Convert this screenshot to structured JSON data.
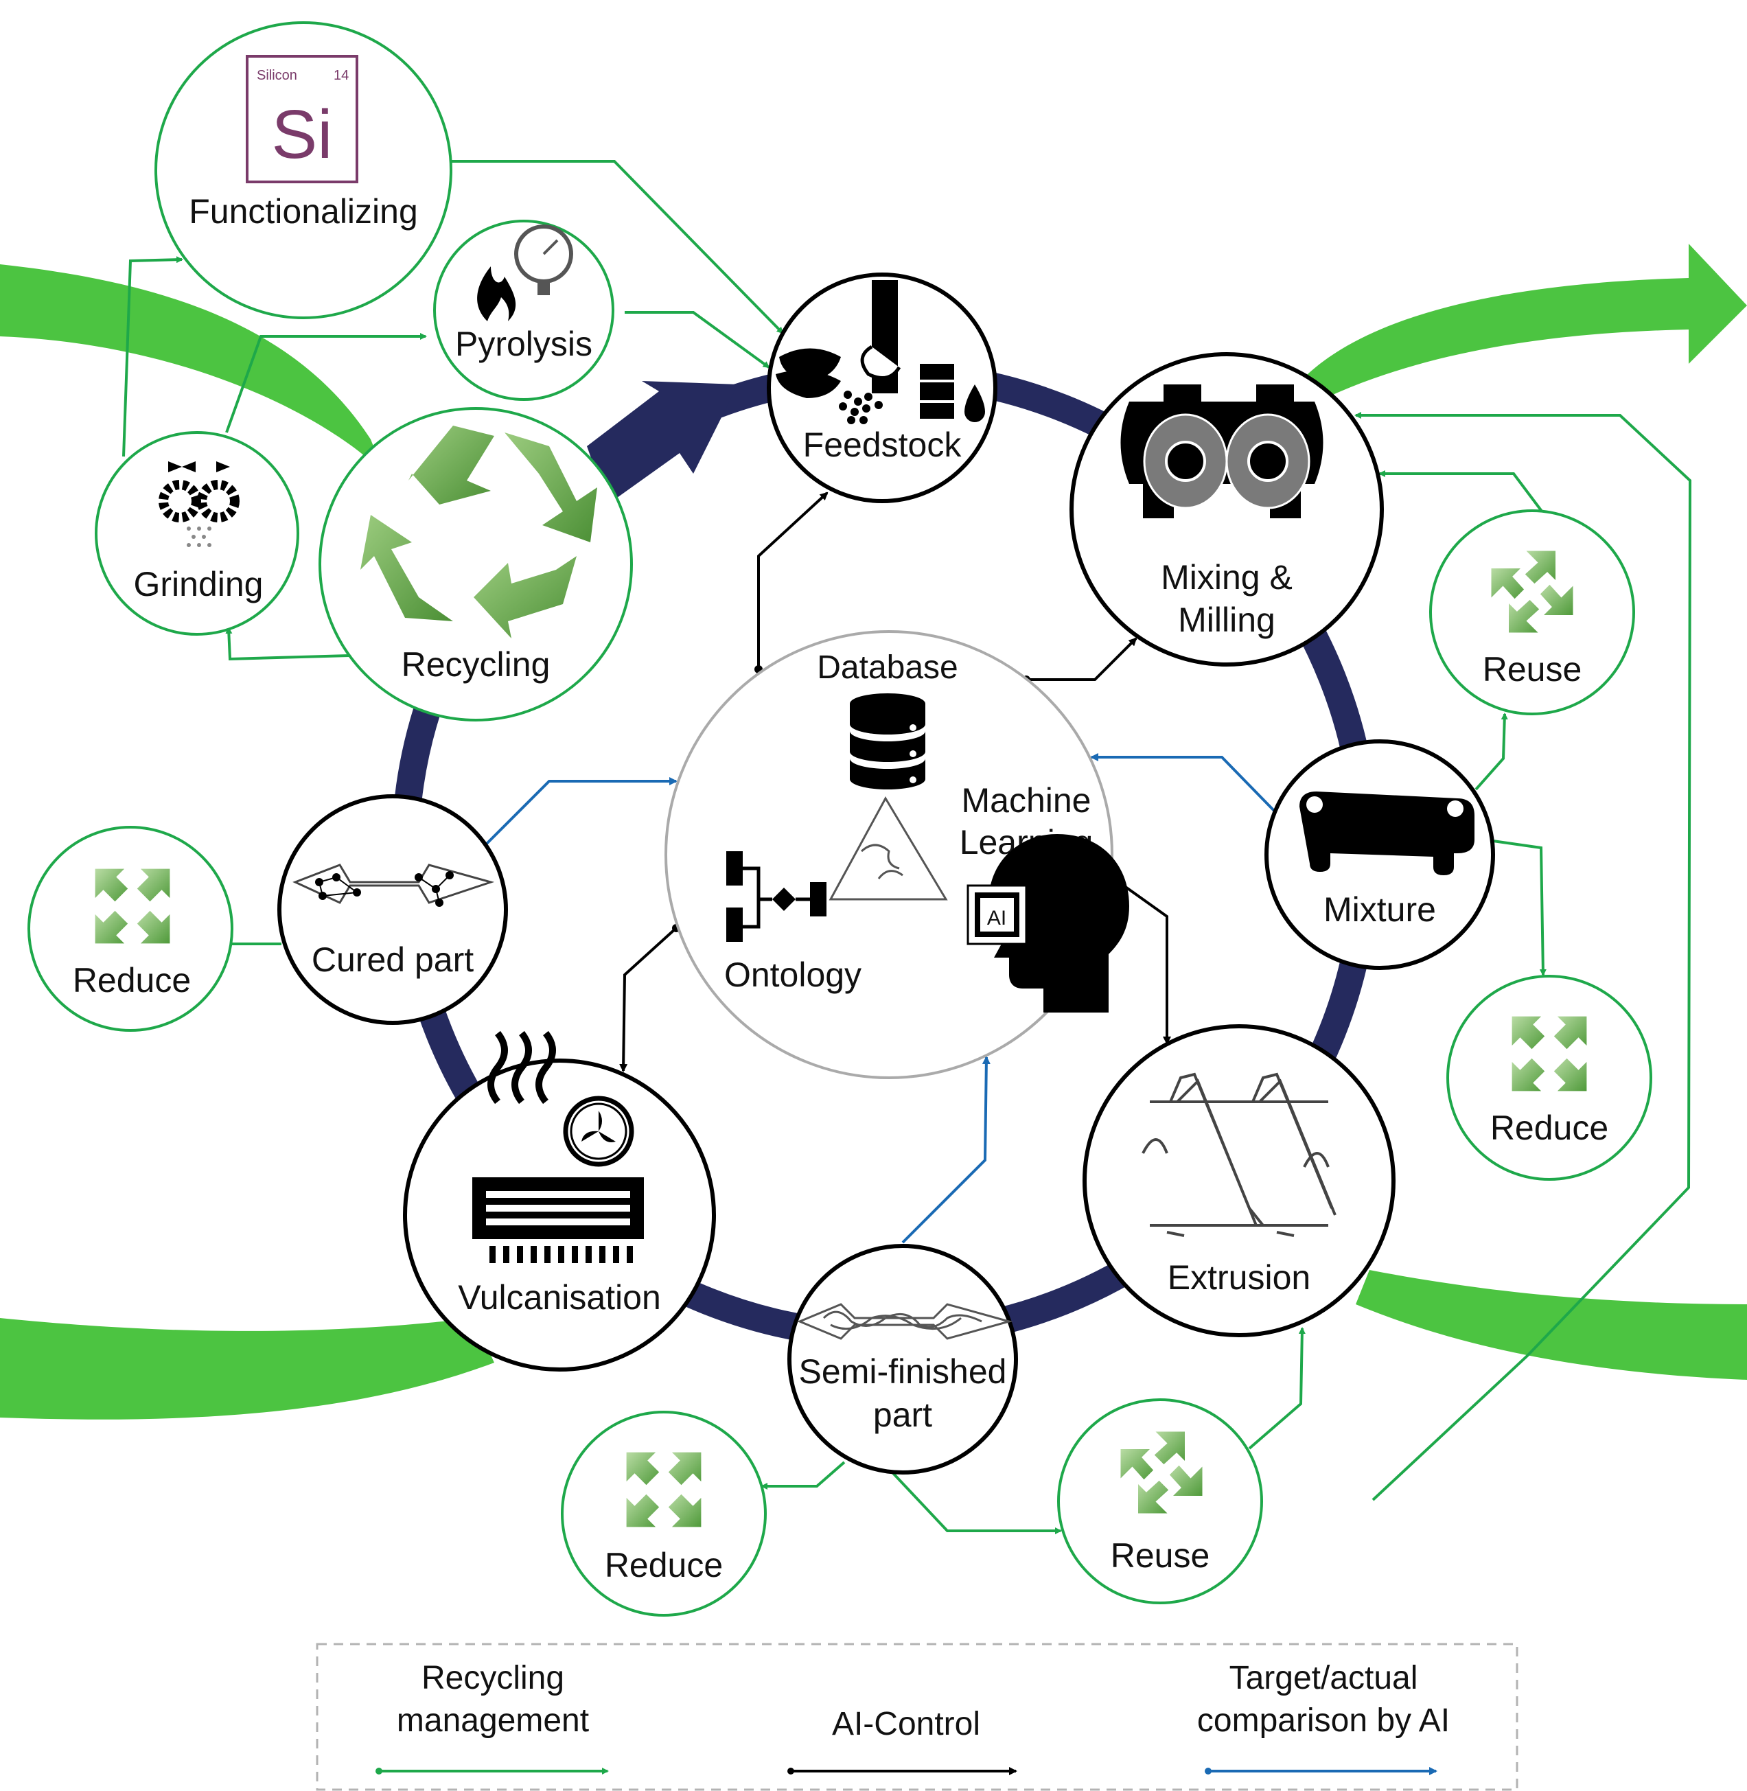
{
  "colors": {
    "recycling_green": "#1ea84a",
    "big_arrow_green": "#4cc441",
    "ai_black": "#000000",
    "compare_blue": "#1a6ab4",
    "cycle_navy": "#252a5e",
    "node_outline": "#000000",
    "db_outline": "#aaaaaa",
    "recycle_icon_green": "#5ea543",
    "element_purple": "#7a3b6a"
  },
  "element_tile": {
    "name": "Silicon",
    "number": "14",
    "symbol": "Si"
  },
  "nodes": {
    "functionalizing": {
      "label": "Functionalizing",
      "icon": "silicon-element-icon"
    },
    "pyrolysis": {
      "label": "Pyrolysis",
      "icon": "flame-gauge-icon"
    },
    "grinding": {
      "label": "Grinding",
      "icon": "gears-icon"
    },
    "recycling": {
      "label": "Recycling",
      "icon": "recycle-icon"
    },
    "feedstock": {
      "label": "Feedstock",
      "icon": "feedstock-icon"
    },
    "mixing": {
      "line1": "Mixing &",
      "line2": "Milling",
      "icon": "mixer-rotors-icon"
    },
    "mixture": {
      "label": "Mixture",
      "icon": "scroll-sheet-icon"
    },
    "extrusion": {
      "label": "Extrusion",
      "icon": "screw-extruder-icon"
    },
    "semi_finished": {
      "line1": "Semi-finished",
      "line2": "part",
      "icon": "polymer-part-icon"
    },
    "vulcanisation": {
      "label": "Vulcanisation",
      "icon": "heater-fan-icon"
    },
    "cured_part": {
      "label": "Cured part",
      "icon": "crosslinked-part-icon"
    },
    "reduce_left": {
      "label": "Reduce",
      "icon": "reduce-arrows-icon"
    },
    "reduce_bottom": {
      "label": "Reduce",
      "icon": "reduce-arrows-icon"
    },
    "reduce_right": {
      "label": "Reduce",
      "icon": "reduce-arrows-icon"
    },
    "reuse_right": {
      "label": "Reuse",
      "icon": "reuse-arrows-icon"
    },
    "reuse_bottom": {
      "label": "Reuse",
      "icon": "reuse-arrows-icon"
    }
  },
  "center": {
    "database": "Database",
    "ml_line1": "Machine",
    "ml_line2": "Learning",
    "ontology": "Ontology",
    "ai_chip": "AI"
  },
  "legend": {
    "items": [
      {
        "line1": "Recycling",
        "line2": "management",
        "color": "#1ea84a"
      },
      {
        "line1": "AI-Control",
        "line2": "",
        "color": "#000000"
      },
      {
        "line1": "Target/actual",
        "line2": "comparison by AI",
        "color": "#1a6ab4"
      }
    ]
  }
}
